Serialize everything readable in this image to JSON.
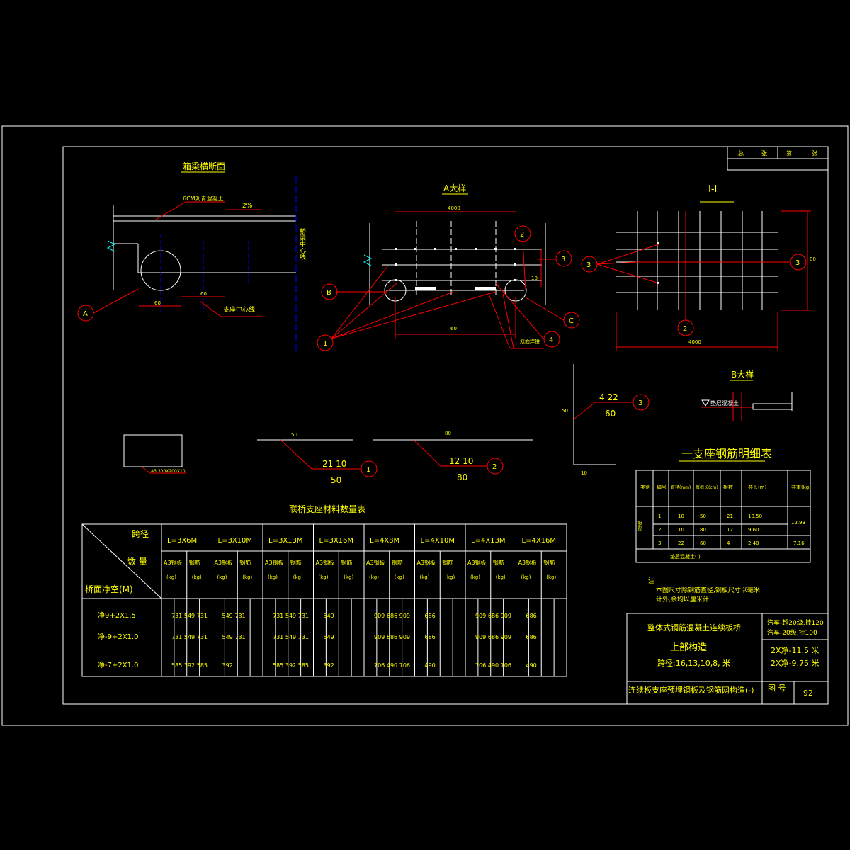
{
  "title_block_top": {
    "c1": "总",
    "c2": "张",
    "c3": "第",
    "c4": "张"
  },
  "section_cross": {
    "title": "箱梁横断面",
    "asphalt": "6CM沥青混凝土",
    "slope": "2%",
    "centerline": "桥梁中心线",
    "support_center": "支座中心线",
    "dim1": "60",
    "dim2": "60"
  },
  "detail_a": {
    "title": "A大样",
    "top_dim": "4000",
    "bottom_dim": "60",
    "rebar": "双面焊接",
    "side_dim": "10"
  },
  "section_1_1": {
    "title": "I-I",
    "bottom_dim": "4000",
    "side_dim": "80"
  },
  "detail_b": {
    "title": "B大样",
    "label": "垫层混凝土"
  },
  "callouts": {
    "A": "A",
    "B": "B",
    "C": "C",
    "n1": "1",
    "n2": "2",
    "n3": "3",
    "n4": "4"
  },
  "rebar3": {
    "top": "4  22",
    "bottom": "60",
    "left_dim": "50",
    "bottom_dim": "10"
  },
  "rebar1": {
    "top": "21   10",
    "bottom": "50",
    "len": "50"
  },
  "rebar2": {
    "top": "12   10",
    "bottom": "80",
    "len": "80"
  },
  "plate_label": "A3 300X200X10",
  "rebar_table": {
    "title": "一支座钢筋明细表",
    "headers": [
      "类别",
      "编号",
      "直径(mm)",
      "每根长(cm)",
      "根数",
      "共长(m)",
      "共重(kg)"
    ],
    "cat": "钢筋",
    "rows": [
      [
        "1",
        "10",
        "50",
        "21",
        "10.50"
      ],
      [
        "2",
        "10",
        "80",
        "12",
        "9.60"
      ],
      [
        "3",
        "22",
        "60",
        "4",
        "2.40"
      ]
    ],
    "w12": "12.93",
    "w3": "7.16",
    "concrete": "垫层混凝土(   )"
  },
  "notes": {
    "head": "注",
    "l1": "本图尺寸除钢筋直径,钢板尺寸以毫米",
    "l2": "计外,余均以厘米计."
  },
  "material_table": {
    "title": "一联桥支座材料数量表",
    "span_label": "跨径",
    "qty_label": "数 量",
    "clear_label": "桥面净空(M)",
    "spans": [
      "L=3X6M",
      "L=3X10M",
      "L=3X13M",
      "L=3X16M",
      "L=4X8M",
      "L=4X10M",
      "L=4X13M",
      "L=4X16M"
    ],
    "sub": [
      "A3钢板",
      "钢筋"
    ],
    "unit": "(kg)",
    "rows": [
      {
        "label": "净9+2X1.5",
        "vals": [
          "731",
          "549",
          "731",
          "549",
          "731",
          "",
          "731",
          "549",
          "731",
          "549",
          "",
          "",
          "909",
          "686",
          "909",
          "686",
          "",
          "",
          "909",
          "686",
          "909",
          "686",
          "",
          ""
        ]
      },
      {
        "label": "净-9+2X1.0",
        "vals": [
          "731",
          "549",
          "731",
          "549",
          "731",
          "",
          "731",
          "549",
          "731",
          "549",
          "",
          "",
          "909",
          "686",
          "909",
          "686",
          "",
          "",
          "909",
          "686",
          "909",
          "686",
          "",
          ""
        ]
      },
      {
        "label": "净-7+2X1.0",
        "vals": [
          "585",
          "392",
          "585",
          "392",
          "",
          "",
          "585",
          "392",
          "585",
          "392",
          "",
          "",
          "706",
          "490",
          "706",
          "490",
          "",
          "",
          "706",
          "490",
          "706",
          "490",
          "",
          ""
        ]
      }
    ]
  },
  "title_block": {
    "project": "整体式钢筋混凝土连续板桥",
    "part": "上部构造",
    "spans": "跨径:16,13,10,8,",
    "unit": "米",
    "load1": "汽车-超20级,挂120",
    "load2": "汽车-20级,挂100",
    "clear1": "2X净-11.5  米",
    "clear2": "2X净-9.75  米",
    "drawing": "连续板支座预埋钢板及钢筋网构造(-)",
    "dwg_no_label": "图 号",
    "dwg_no": "92"
  }
}
